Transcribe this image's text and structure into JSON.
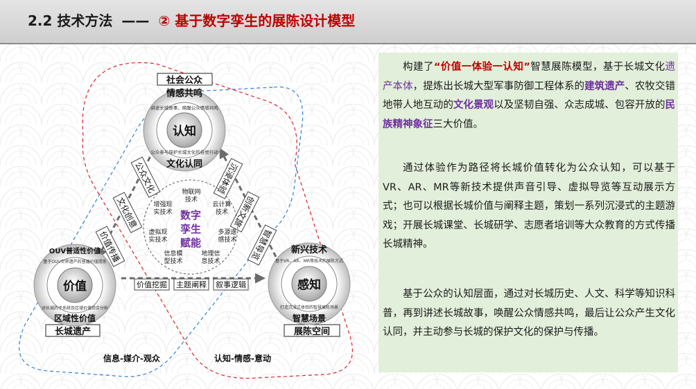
{
  "header": {
    "title_prefix": "2.2 技术方法",
    "title_dash": "——",
    "title_accent": "② 基于数字孪生的展陈设计模型"
  },
  "colors": {
    "accent": "#c00000",
    "purple": "#7030a0",
    "panel_bg": "#e2efda",
    "red_dashed": "#d9232b",
    "blue_dashed": "#2f7fd6"
  },
  "diagram": {
    "top_node": {
      "box_label": "社会公众",
      "center": "认知",
      "upper_label": "情感共鸣",
      "lower_label": "文化认同",
      "ring_top_text": "讲述长城故事，唤醒公众情感共鸣",
      "ring_bottom_text": "公众参与保护长城文化的自觉行动"
    },
    "left_node": {
      "box_label": "长城遗产",
      "center": "价值",
      "upper_label": "OUV普适性价值",
      "lower_label": "区域性价值",
      "ring_top_text": "基于OUV世界遗产的普遍价值提炼",
      "ring_bottom_text": "对长城的子系统及区域价值综合分析"
    },
    "right_node": {
      "box_label": "展陈空间",
      "center": "感知",
      "upper_label": "新兴技术",
      "lower_label": "智慧场景",
      "ring_top_text": "基于VR、AR、MR等技术的展陈方式",
      "ring_bottom_text": "打造沉浸式体验的智慧展陈场景"
    },
    "left_edge_labels": [
      "公众文化",
      "文化创意",
      "价值传播"
    ],
    "right_edge_labels": [
      "沉浸体验",
      "创新文旅",
      "智慧导览"
    ],
    "bottom_edge_labels": [
      "价值挖掘",
      "主题阐释",
      "叙事逻辑"
    ],
    "center_title": [
      "数字",
      "孪生",
      "赋能"
    ],
    "tech_labels": {
      "iot": [
        "物联网",
        "技术"
      ],
      "ar": [
        "增强现",
        "实技术"
      ],
      "cloud": [
        "云计算",
        "技术"
      ],
      "vr": [
        "虚拟现",
        "实技术"
      ],
      "multisource": [
        "多源遥",
        "感技术"
      ],
      "info": [
        "信息模",
        "型技术"
      ],
      "geo": [
        "地理信",
        "息技术"
      ]
    },
    "bottom_caption_left": "信息-媒介-观众",
    "bottom_caption_right": "认知-情感-意动"
  },
  "panel": {
    "p1": {
      "t1": "构建了",
      "t2": "“价值一体验一认知”",
      "t3": "智慧展陈模型，基于长城文化",
      "t4": "遗产本体",
      "t5": "，提炼出长城大型军事防御工程体系的",
      "t6": "建筑遗产",
      "t7": "、农牧交错地带人地互动的",
      "t8": "文化景观",
      "t9": "以及坚韧自强、众志成城、包容开放的",
      "t10": "民族精神象征",
      "t11": "三大价值。"
    },
    "p2": "通过体验作为路径将长城价值转化为公众认知，可以基于VR、AR、MR等新技术提供声音引导、虚拟导览等互动展示方式；也可以根据长城价值与阐释主题，策划一系列沉浸式的主题游戏；开展长城课堂、长城研学、志愿者培训等大众教育的方式传播长城精神。",
    "p3": "基于公众的认知层面，通过对长城历史、人文、科学等知识科普，再到讲述长城故事，唤醒公众情感共鸣，最后让公众产生文化认同，并主动参与长城的保护文化的保护与传播。"
  }
}
